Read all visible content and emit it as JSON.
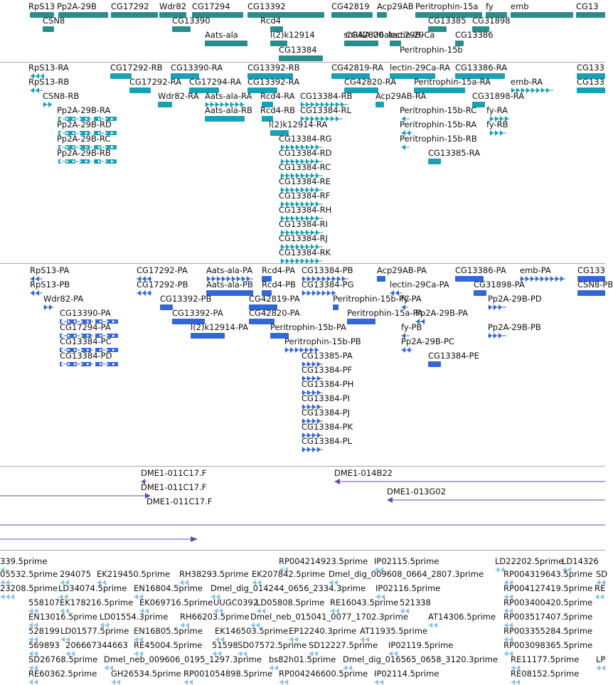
{
  "colors": {
    "gene": "#2b8c8c",
    "gene_dark": "#1f6f6f",
    "mrna": "#1aa0b4",
    "protein": "#3366d6",
    "clone": "#6a4aa8",
    "est": "#8ec3e6",
    "divider": "#a8a8a8"
  },
  "tracks": [
    {
      "id": "gene-track",
      "color": "gene",
      "labels": [
        "RpS13",
        "Pp2A-29B",
        "CG17292",
        "Wdr82",
        "CG17294",
        "CG13392",
        "CG42819",
        "Acp29AB",
        "Peritrophin-15a",
        "fy",
        "emb",
        "CG13",
        "CSN8",
        "CG13390",
        "Rcd4",
        "CG13385",
        "CG31898",
        "Aats-ala",
        "l(2)k12914",
        "snRNA:U6atac:29B",
        "CG42820",
        "lectin-29Ca",
        "CG13386",
        "Peritrophin-15b",
        "CG13384"
      ]
    },
    {
      "id": "mrna-track",
      "color": "mrna",
      "labels": [
        "RpS13-RA",
        "CG17292-RB",
        "CG13390-RA",
        "CG13392-RB",
        "CG42819-RA",
        "lectin-29Ca-RA",
        "CG13386-RA",
        "CG133",
        "RpS13-RB",
        "CG17292-RA",
        "CG17294-RA",
        "CG13392-RA",
        "CG42820-RA",
        "Peritrophin-15a-RA",
        "emb-RA",
        "CG133",
        "CSN8-RB",
        "Wdr82-RA",
        "Aats-ala-RA",
        "Rcd4-RA",
        "CG13384-RB",
        "Acp29AB-RA",
        "CG31898-RA",
        "Pp2A-29B-RA",
        "Aats-ala-RB",
        "Rcd4-RB",
        "CG13384-RL",
        "Peritrophin-15b-RC",
        "fy-RA",
        "l(2)k12914-RA",
        "Pp2A-29B-RD",
        "Peritrophin-15b-RA",
        "fy-RB",
        "Pp2A-29B-RC",
        "CG13384-RG",
        "Peritrophin-15b-RB",
        "Pp2A-29B-RB",
        "CG13384-RD",
        "CG13385-RA",
        "CG13384-RC",
        "CG13384-RE",
        "CG13384-RF",
        "CG13384-RH",
        "CG13384-RI",
        "CG13384-RJ",
        "CG13384-RK"
      ]
    },
    {
      "id": "protein-track",
      "color": "protein",
      "labels": [
        "RpS13-PA",
        "CG17292-PA",
        "Aats-ala-PA",
        "Rcd4-PA",
        "CG13384-PB",
        "Acp29AB-PA",
        "CG13386-PA",
        "emb-PA",
        "CG133",
        "RpS13-PB",
        "CG17292-PB",
        "Aats-ala-PB",
        "Rcd4-PB",
        "CG13384-PG",
        "lectin-29Ca-PA",
        "CG31898-PA",
        "CSN8-PB",
        "Wdr82-PA",
        "CG13392-PB",
        "CG42819-PA",
        "Peritrophin-15b-PC",
        "fy-PA",
        "Pp2A-29B-PD",
        "CG13390-PA",
        "CG13392-PA",
        "CG42820-PA",
        "Peritrophin-15a-PA",
        "Pp2A-29B-PA",
        "CG17294-PA",
        "l(2)k12914-PA",
        "Peritrophin-15b-PA",
        "fy-PB",
        "Pp2A-29B-PB",
        "CG13384-PC",
        "Peritrophin-15b-PB",
        "Pp2A-29B-PC",
        "CG13384-PD",
        "CG13385-PA",
        "CG13384-PE",
        "CG13384-PF",
        "CG13384-PH",
        "CG13384-PI",
        "CG13384-PJ",
        "CG13384-PK",
        "CG13384-PL"
      ]
    },
    {
      "id": "clone-track",
      "color": "clone",
      "labels": [
        "DME1-011C17.F",
        "DME1-014B22",
        "DME1-011C17.F",
        "DME1-013G02",
        "DME1-011C17.F"
      ]
    },
    {
      "id": "est-track",
      "color": "est",
      "labels": [
        "339.5prime",
        "RP004214923.5prime",
        "IP02115.5prime",
        "LD22202.5prime",
        "LD14326",
        "05532.5prime",
        "294075",
        "EK219450.5prime",
        "RH38293.5prime",
        "EK207842.5prime",
        "Dmel_dig_009608_0664_2807.3prime",
        "RP004319643.5prime",
        "SD",
        "23208.5prime",
        "LD34074.5prime",
        "EN16804.5prime",
        "Dmel_dig_014244_0656_2334.3prime",
        "IP02116.5prime",
        "RP004127419.5prime",
        "RE",
        "558107",
        "EK178216.5prime",
        "EK069716.5prime",
        "UUGC0392",
        "LD05808.5prime",
        "RE16043.5prime",
        "521338",
        "RP003400420.5prime",
        "EN13016.5prime",
        "LD01554.3prime",
        "RH66203.5prime",
        "Dmel_neb_015041_0077_1702.3prime",
        "AT14306.5prime",
        "RP003517407.5prime",
        "528199",
        "LD01577.5prime",
        "EN16805.5prime",
        "EK146503.5prime",
        "EP12240.3prime",
        "AT11935.5prime",
        "RP003355284.5prime",
        "569893",
        "206667344663",
        "RE45004.5prime",
        "51598",
        "SD07572.5prime",
        "SD12227.5prime",
        "IP02119.5prime",
        "RP003098365.5prime",
        "SD26768.5prime",
        "Dmel_neb_009606_0195_1297.3prime",
        "bs82h01.5prime",
        "Dmel_dig_016565_0658_3120.3prime",
        "RE11177.5prime",
        "LP",
        "RE60362.5prime",
        "GH26534.5prime",
        "RP001054898.5prime",
        "RP004246600.5prime",
        "IP02114.5prime",
        "RE08152.5prime"
      ]
    }
  ]
}
